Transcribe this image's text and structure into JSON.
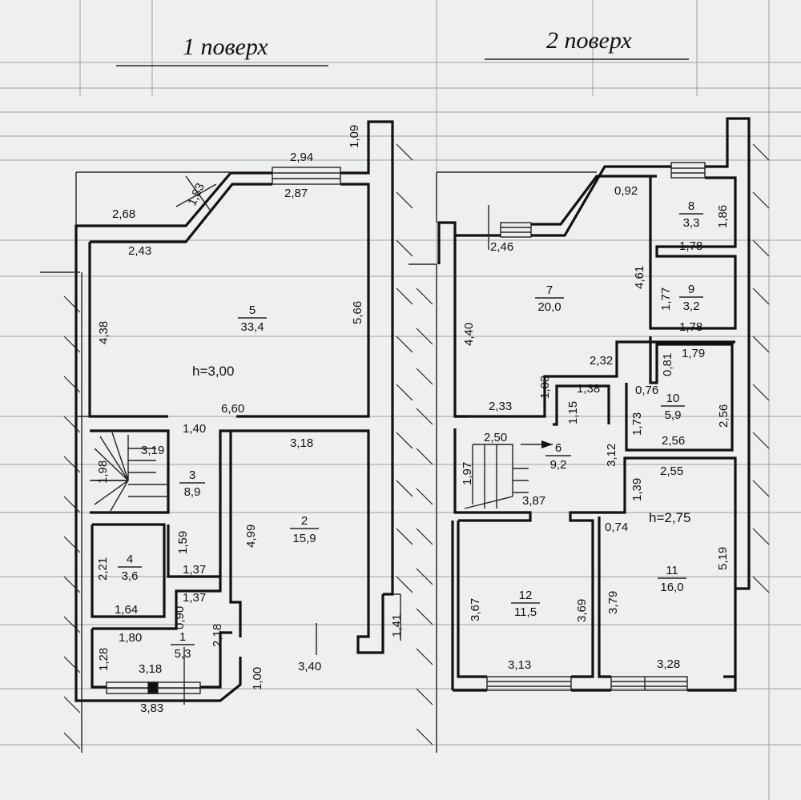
{
  "floors": {
    "first": {
      "title": "1 поверх",
      "height_note": "h=3,00",
      "rooms": [
        {
          "number": "1",
          "area": "5,3"
        },
        {
          "number": "2",
          "area": "15,9"
        },
        {
          "number": "3",
          "area": "8,9"
        },
        {
          "number": "4",
          "area": "3,6"
        },
        {
          "number": "5",
          "area": "33,4"
        }
      ],
      "dimensions": [
        "2,94",
        "2,87",
        "1,09",
        "1,83",
        "2,68",
        "2,43",
        "4,38",
        "5,66",
        "6,60",
        "1,40",
        "3,19",
        "1,98",
        "3,18",
        "4,99",
        "1,59",
        "2,21",
        "1,37",
        "1,37",
        "1,64",
        "0,90",
        "2,18",
        "1,80",
        "1,28",
        "3,18",
        "3,83",
        "1,00",
        "3,40",
        "1,41"
      ]
    },
    "second": {
      "title": "2 поверх",
      "height_note": "h=2,75",
      "rooms": [
        {
          "number": "6",
          "area": "9,2"
        },
        {
          "number": "7",
          "area": "20,0"
        },
        {
          "number": "8",
          "area": "3,3"
        },
        {
          "number": "9",
          "area": "3,2"
        },
        {
          "number": "10",
          "area": "5,9"
        },
        {
          "number": "11",
          "area": "16,0"
        },
        {
          "number": "12",
          "area": "11,5"
        }
      ],
      "dimensions": [
        "0,92",
        "1,86",
        "1,78",
        "2,46",
        "4,61",
        "4,40",
        "1,77",
        "1,78",
        "2,32",
        "1,79",
        "0,81",
        "1,03",
        "1,38",
        "0,76",
        "2,33",
        "1,15",
        "1,73",
        "2,56",
        "2,50",
        "2,56",
        "1,97",
        "3,12",
        "2,55",
        "1,39",
        "3,87",
        "0,74",
        "5,19",
        "3,67",
        "3,69",
        "3,79",
        "3,13",
        "3,28"
      ]
    }
  },
  "colors": {
    "paper": "#eef0ee",
    "ink": "#111111"
  }
}
